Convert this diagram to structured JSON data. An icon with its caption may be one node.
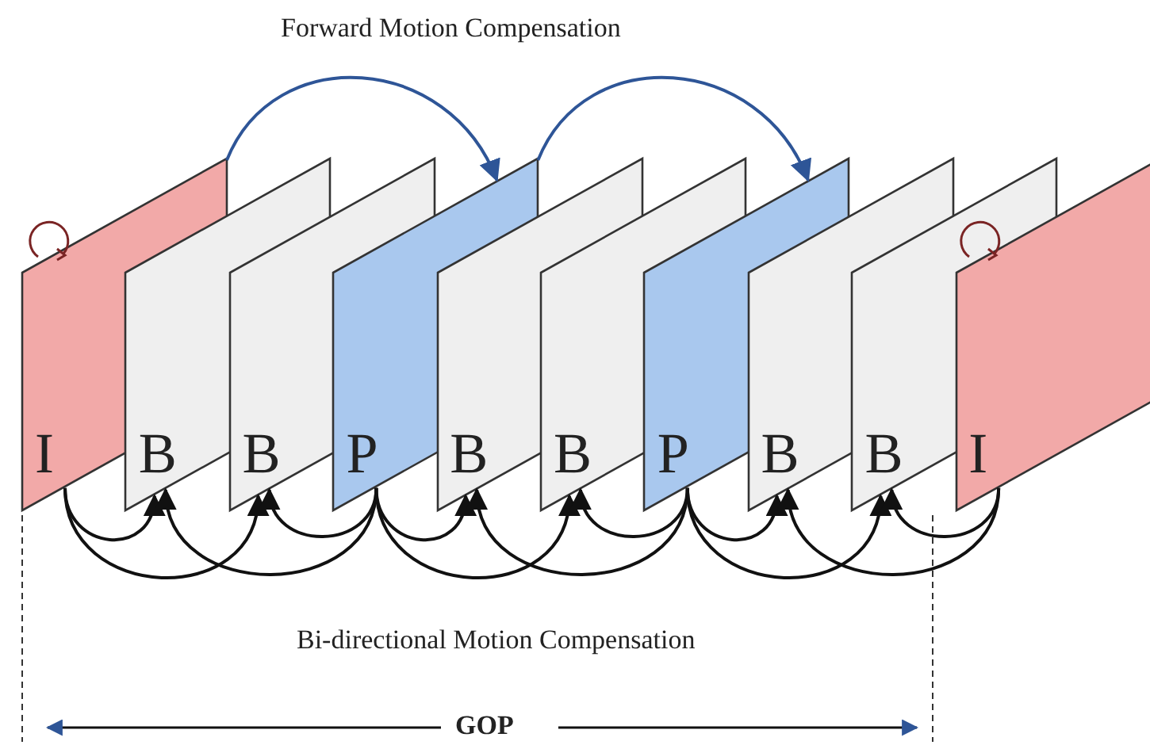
{
  "diagram": {
    "nodes": [
      {
        "text": [
          "I"
        ]
      },
      {
        "text": [
          "B"
        ]
      },
      {
        "text": [
          "B"
        ]
      },
      {
        "text": [
          "P"
        ]
      },
      {
        "text": [
          "B"
        ]
      },
      {
        "text": [
          "B"
        ]
      },
      {
        "text": [
          "P"
        ]
      },
      {
        "text": [
          "B"
        ]
      },
      {
        "text": [
          "B"
        ]
      },
      {
        "text": [
          "I"
        ]
      }
    ],
    "edges": [
      {
        "from": 0,
        "to": 3,
        "arrow": "to",
        "color": "#2e5597"
      },
      {
        "from": 3,
        "to": 6,
        "arrow": "to",
        "color": "#2e5597"
      },
      {
        "from": 0,
        "to": 1,
        "arrow": "to"
      },
      {
        "from": 0,
        "to": 2,
        "arrow": "to"
      },
      {
        "from": 3,
        "to": 1,
        "arrow": "to"
      },
      {
        "from": 3,
        "to": 2,
        "arrow": "to"
      },
      {
        "from": 3,
        "to": 4,
        "arrow": "to"
      },
      {
        "from": 3,
        "to": 5,
        "arrow": "to"
      },
      {
        "from": 6,
        "to": 4,
        "arrow": "to"
      },
      {
        "from": 6,
        "to": 5,
        "arrow": "to"
      },
      {
        "from": 6,
        "to": 7,
        "arrow": "to"
      },
      {
        "from": 6,
        "to": 8,
        "arrow": "to"
      },
      {
        "from": 9,
        "to": 7,
        "arrow": "to"
      },
      {
        "from": 9,
        "to": 8,
        "arrow": "to"
      }
    ],
    "labels": [
      "Forward Motion Compensation",
      "Bi-directional Motion Compensation",
      "GOP"
    ]
  }
}
